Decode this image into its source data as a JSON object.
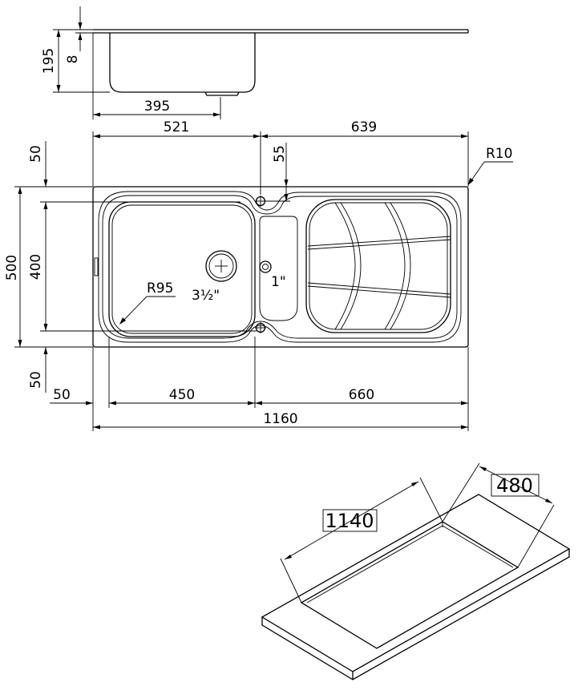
{
  "side_view": {
    "height": "195",
    "rim": "8",
    "bowl_width": "395"
  },
  "top_view": {
    "left_part": "521",
    "right_part": "639",
    "corner_radius": "R10",
    "top_margin": "50",
    "tap_offset": "55",
    "overall_depth": "500",
    "bowl_depth": "400",
    "bowl_radius": "R95",
    "main_waste": "3½\"",
    "overflow_waste": "1\"",
    "bottom_margin": "50",
    "left_margin": "50",
    "bowl_length": "450",
    "drainer_length": "660",
    "overall_length": "1160"
  },
  "cutout": {
    "length": "1140",
    "width": "480"
  }
}
